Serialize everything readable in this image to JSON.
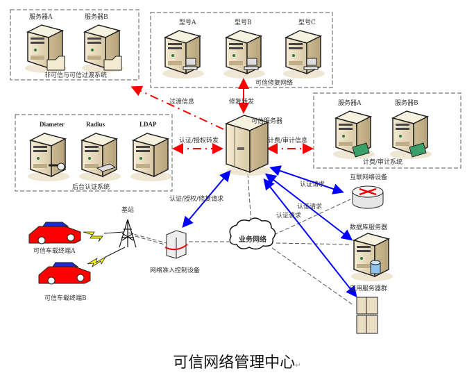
{
  "caption": "可信网络管理中心",
  "caption_mark": "↵",
  "colors": {
    "red_link": "#ff0000",
    "blue_link": "#0000ff",
    "dashed_box": "#777777",
    "server_body": "#e9dcc0",
    "car_body": "#ff0000",
    "car_window": "#1a2bd6",
    "bolt": "#ffff00"
  },
  "groups": {
    "filter_system": {
      "label": "非可信与可信过渡系统",
      "servers": [
        "服务器A",
        "服务器B"
      ]
    },
    "repair_network": {
      "label": "可信修复网络",
      "servers": [
        "型号A",
        "型号B",
        "型号C"
      ]
    },
    "billing_system": {
      "label": "计费/审计系统",
      "servers": [
        "服务器A",
        "服务器B"
      ]
    },
    "auth_system": {
      "label": "后台认证系统",
      "servers": [
        "Diameter",
        "Radius",
        "LDAP"
      ]
    }
  },
  "nodes": {
    "trusted_server": "可信服务器",
    "internet_device": "互联网络设备",
    "db_server": "数据库服务器",
    "app_servers": "应用服务器群",
    "base_station": "基站",
    "access_control": "网络准入控制设备",
    "business_network": "业务网络",
    "car_a": "可信车载终端A",
    "car_b": "可信车载终端B"
  },
  "links": {
    "transition_info": "过渡信息",
    "repair_forward": "修复转发",
    "auth_forward": "认证/授权转发",
    "billing_info": "计费/审计信息",
    "auth_repair_request": "认证/授权/修复请求",
    "auth_request_1": "认证请求",
    "auth_request_2": "认证请求",
    "auth_request_3": "认证请求"
  }
}
